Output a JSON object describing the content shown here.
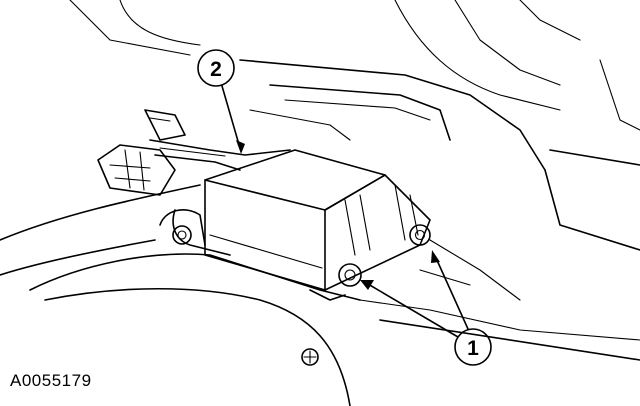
{
  "figure": {
    "id_label": "A0055179",
    "callouts": [
      {
        "number": "1"
      },
      {
        "number": "2"
      }
    ]
  }
}
